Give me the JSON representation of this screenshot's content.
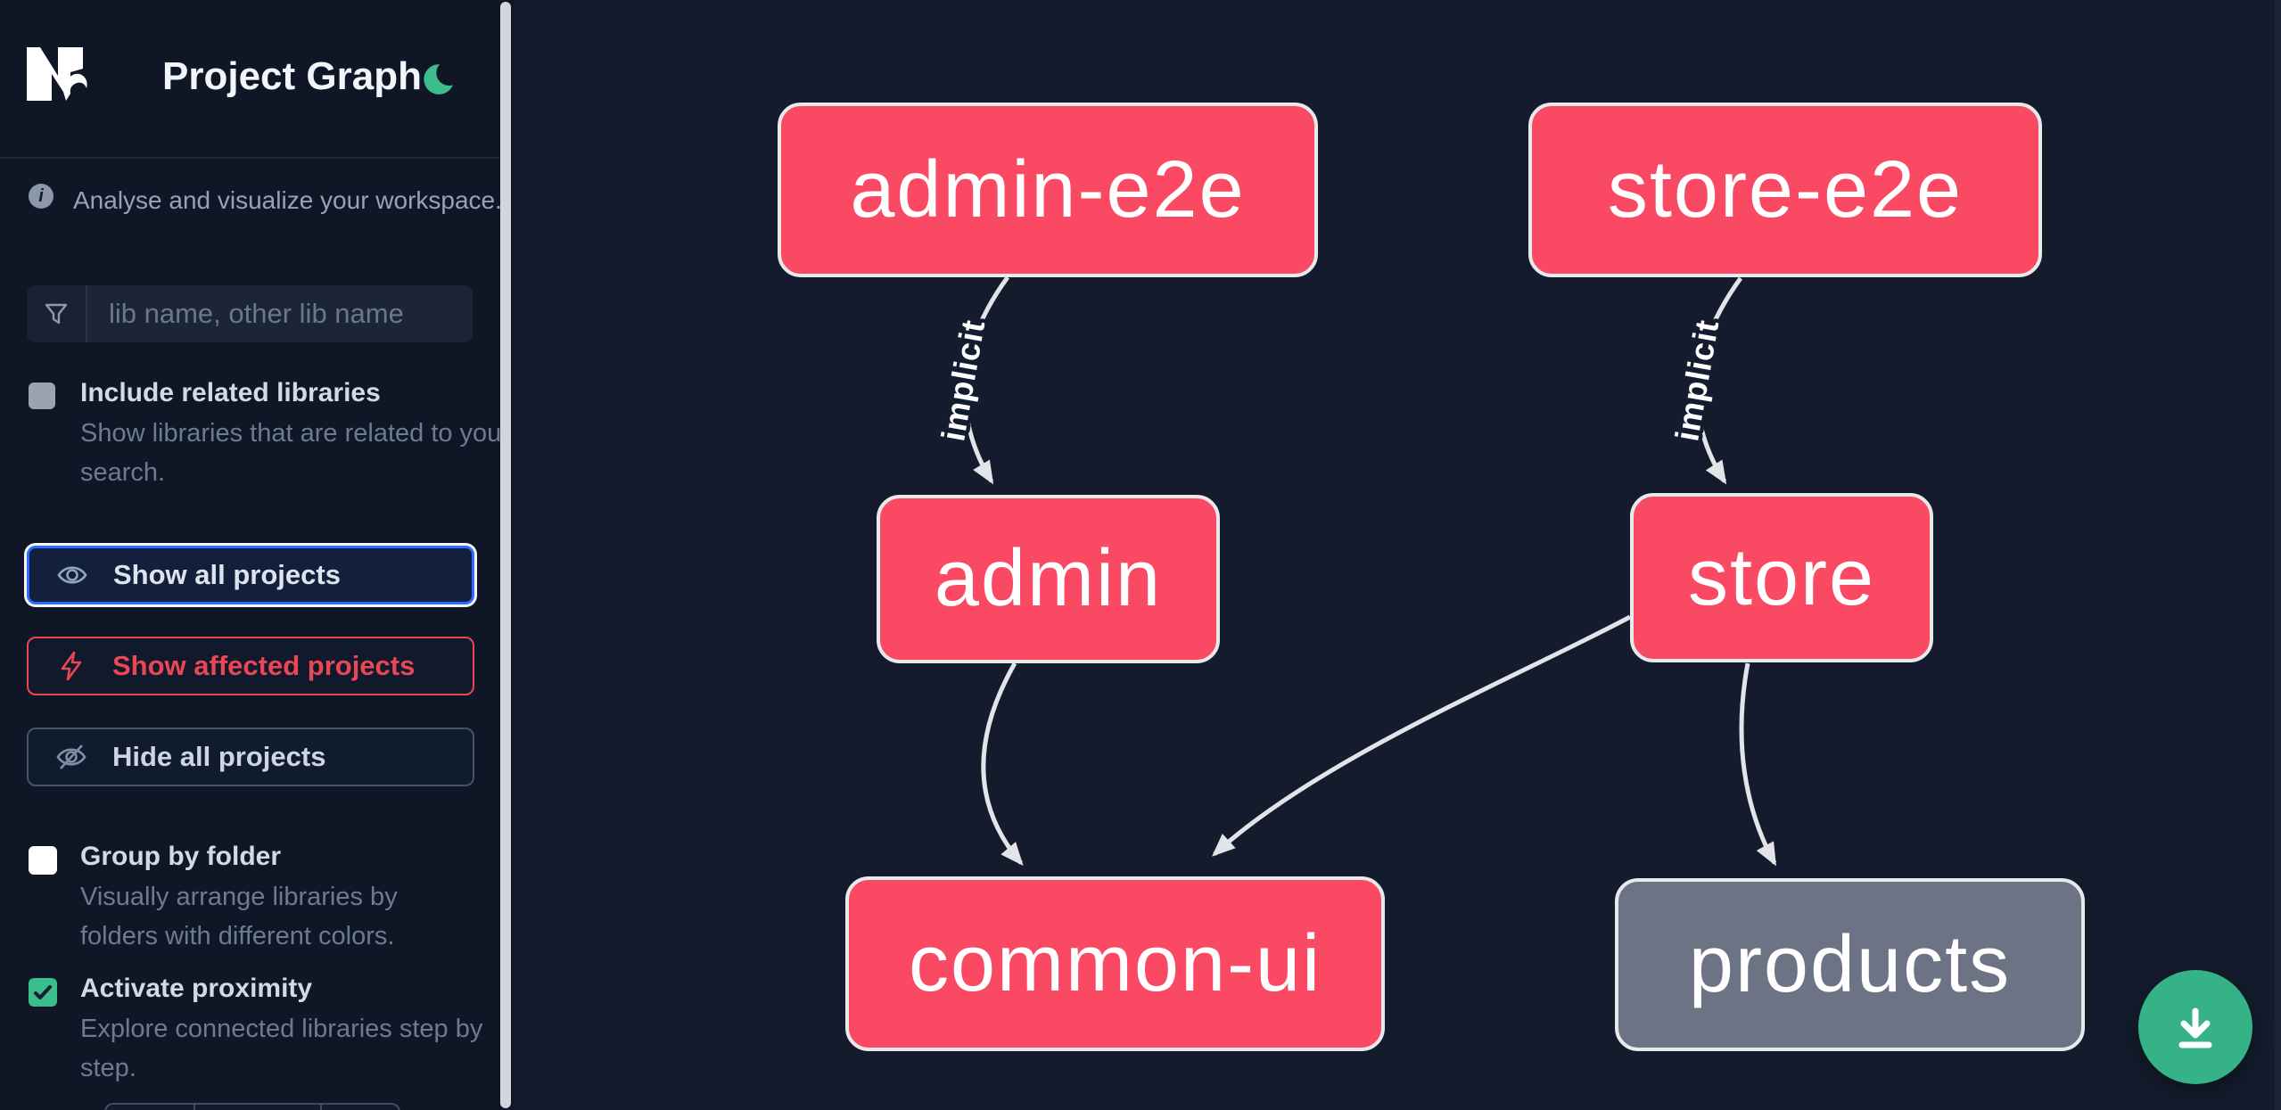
{
  "header": {
    "title": "Project Graph",
    "logo_icon": "nx-logo",
    "theme_toggle_icon": "moon-icon"
  },
  "sidebar": {
    "tagline": "Analyse and visualize your workspace.",
    "info_glyph": "i",
    "search": {
      "placeholder": "lib name, other lib name",
      "icon": "funnel-icon",
      "value": ""
    },
    "options": [
      {
        "label": "Include related libraries",
        "description": "Show libraries that are related to your search.",
        "checked": false
      },
      {
        "label": "Group by folder",
        "description": "Visually arrange libraries by folders with different colors.",
        "checked": false
      },
      {
        "label": "Activate proximity",
        "description": "Explore connected libraries step by step.",
        "checked": true
      }
    ],
    "buttons": [
      {
        "label": "Show all projects",
        "icon": "eye-icon",
        "state": "focused"
      },
      {
        "label": "Show affected projects",
        "icon": "bolt-icon",
        "variant": "danger"
      },
      {
        "label": "Hide all projects",
        "icon": "eye-off-icon",
        "variant": "default"
      }
    ]
  },
  "graph": {
    "edge_label": "implicit",
    "nodes": [
      {
        "id": "admin-e2e",
        "label": "admin-e2e",
        "type": "affected"
      },
      {
        "id": "store-e2e",
        "label": "store-e2e",
        "type": "affected"
      },
      {
        "id": "admin",
        "label": "admin",
        "type": "affected"
      },
      {
        "id": "store",
        "label": "store",
        "type": "affected"
      },
      {
        "id": "common-ui",
        "label": "common-ui",
        "type": "affected"
      },
      {
        "id": "products",
        "label": "products",
        "type": "normal"
      }
    ],
    "edges": [
      {
        "from": "admin-e2e",
        "to": "admin",
        "label": "implicit"
      },
      {
        "from": "store-e2e",
        "to": "store",
        "label": "implicit"
      },
      {
        "from": "admin",
        "to": "common-ui"
      },
      {
        "from": "store",
        "to": "common-ui"
      },
      {
        "from": "store",
        "to": "products"
      }
    ]
  },
  "fab": {
    "icon": "download-icon"
  },
  "colors": {
    "affected_node": "#fa4963",
    "normal_node": "#6b7385",
    "node_border": "#e8e9ed",
    "edge": "#e2e4e8",
    "accent_green": "#35b286",
    "moon_green": "#3dbd8d",
    "focus_blue": "#2d6cff",
    "danger_red": "#ea4653",
    "sidebar_bg": "#0f1727",
    "canvas_bg": "#131b2c"
  }
}
